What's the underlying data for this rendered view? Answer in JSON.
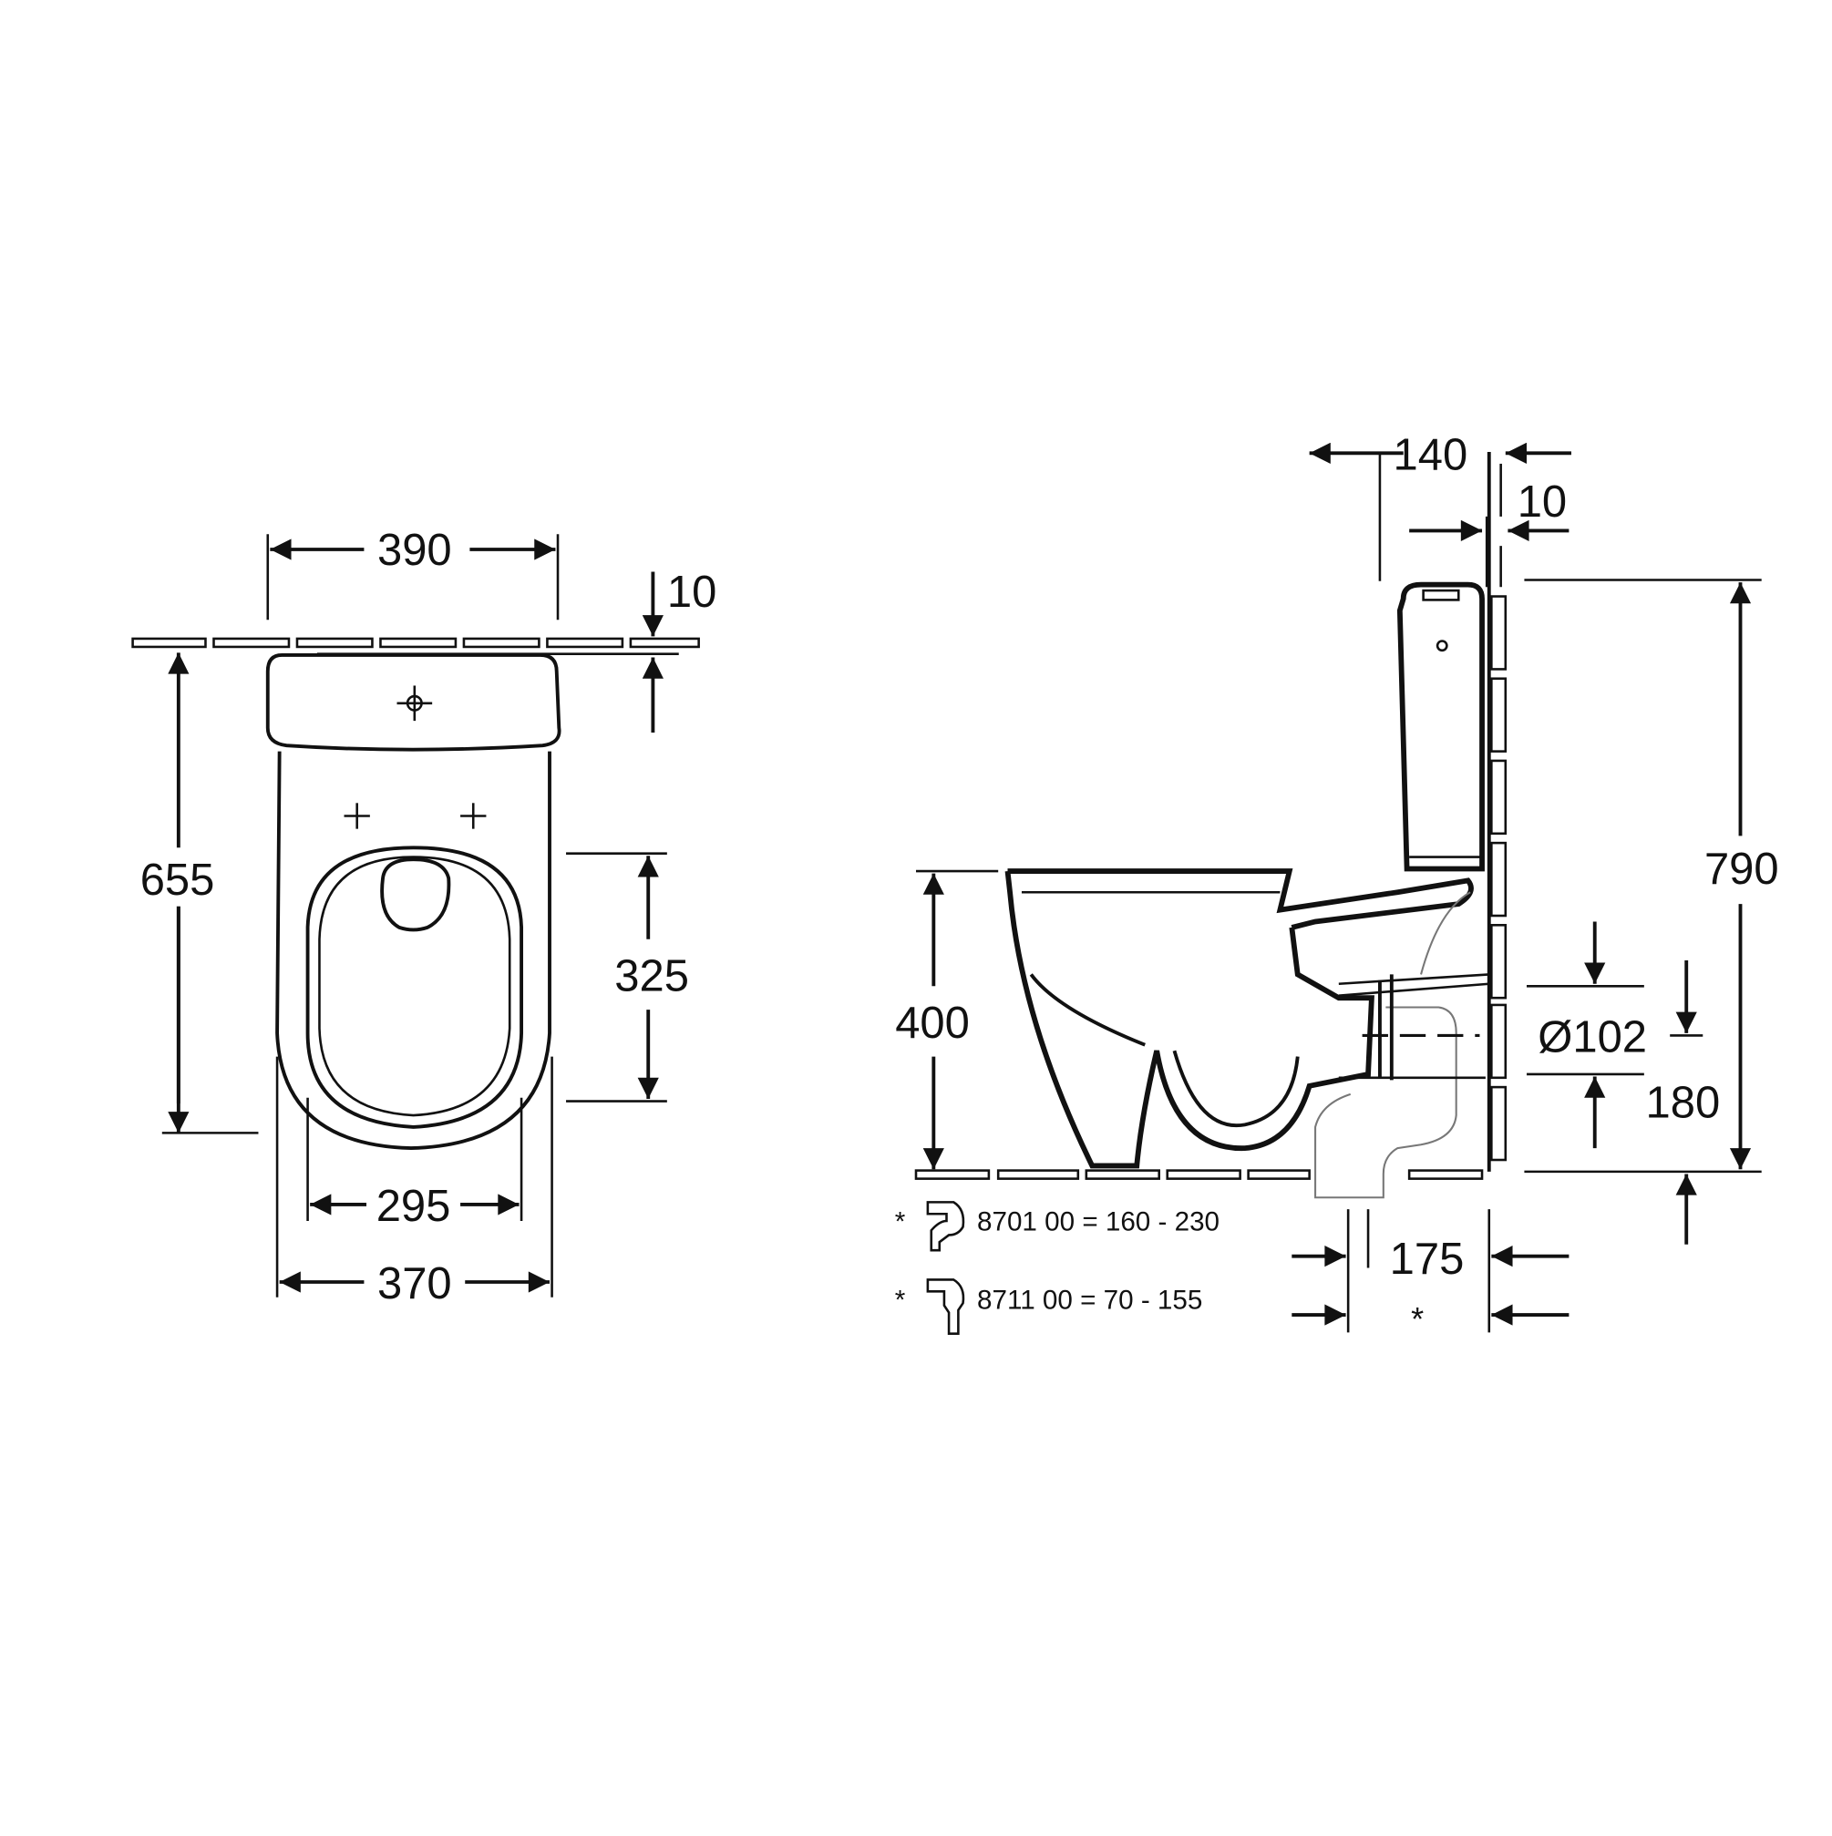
{
  "drawing": {
    "title": "",
    "background": "#ffffff",
    "line_color": "#111111"
  },
  "front_view": {
    "name": "Top / plan view",
    "dimensions": {
      "cistern_width": "390",
      "wall_gap": "10",
      "overall_depth": "655",
      "bowl_depth": "325",
      "seat_inner_width": "295",
      "bowl_width": "370"
    }
  },
  "side_view": {
    "name": "Side elevation",
    "dimensions": {
      "cistern_to_wall": "140",
      "wall_gap": "10",
      "overall_height": "790",
      "seat_height": "400",
      "outlet_diameter": "Ø102",
      "outlet_height": "180",
      "outlet_to_wall": "175",
      "star_marker": "*"
    },
    "legend": [
      {
        "marker": "*",
        "icon": "pan-connector-offset-icon",
        "text": "8701 00 = 160 - 230"
      },
      {
        "marker": "*",
        "icon": "pan-connector-straight-icon",
        "text": "8711 00 = 70 -   155"
      }
    ]
  }
}
